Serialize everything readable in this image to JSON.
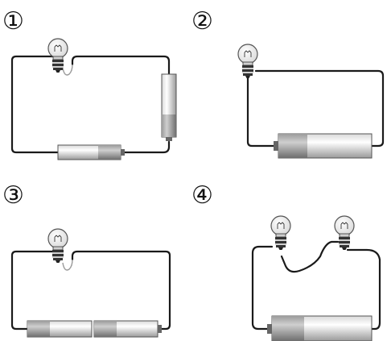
{
  "panels": [
    {
      "label": "①"
    },
    {
      "label": "②"
    },
    {
      "label": "③"
    },
    {
      "label": "④"
    }
  ],
  "colors": {
    "wire": "#1a1a1a",
    "battery_light": "#f2f2f2",
    "battery_dark": "#8a8a8a",
    "bulb_glass": "#ffffff",
    "bulb_base": "#444444"
  },
  "icons": [
    "light-bulb-icon",
    "battery-icon"
  ]
}
